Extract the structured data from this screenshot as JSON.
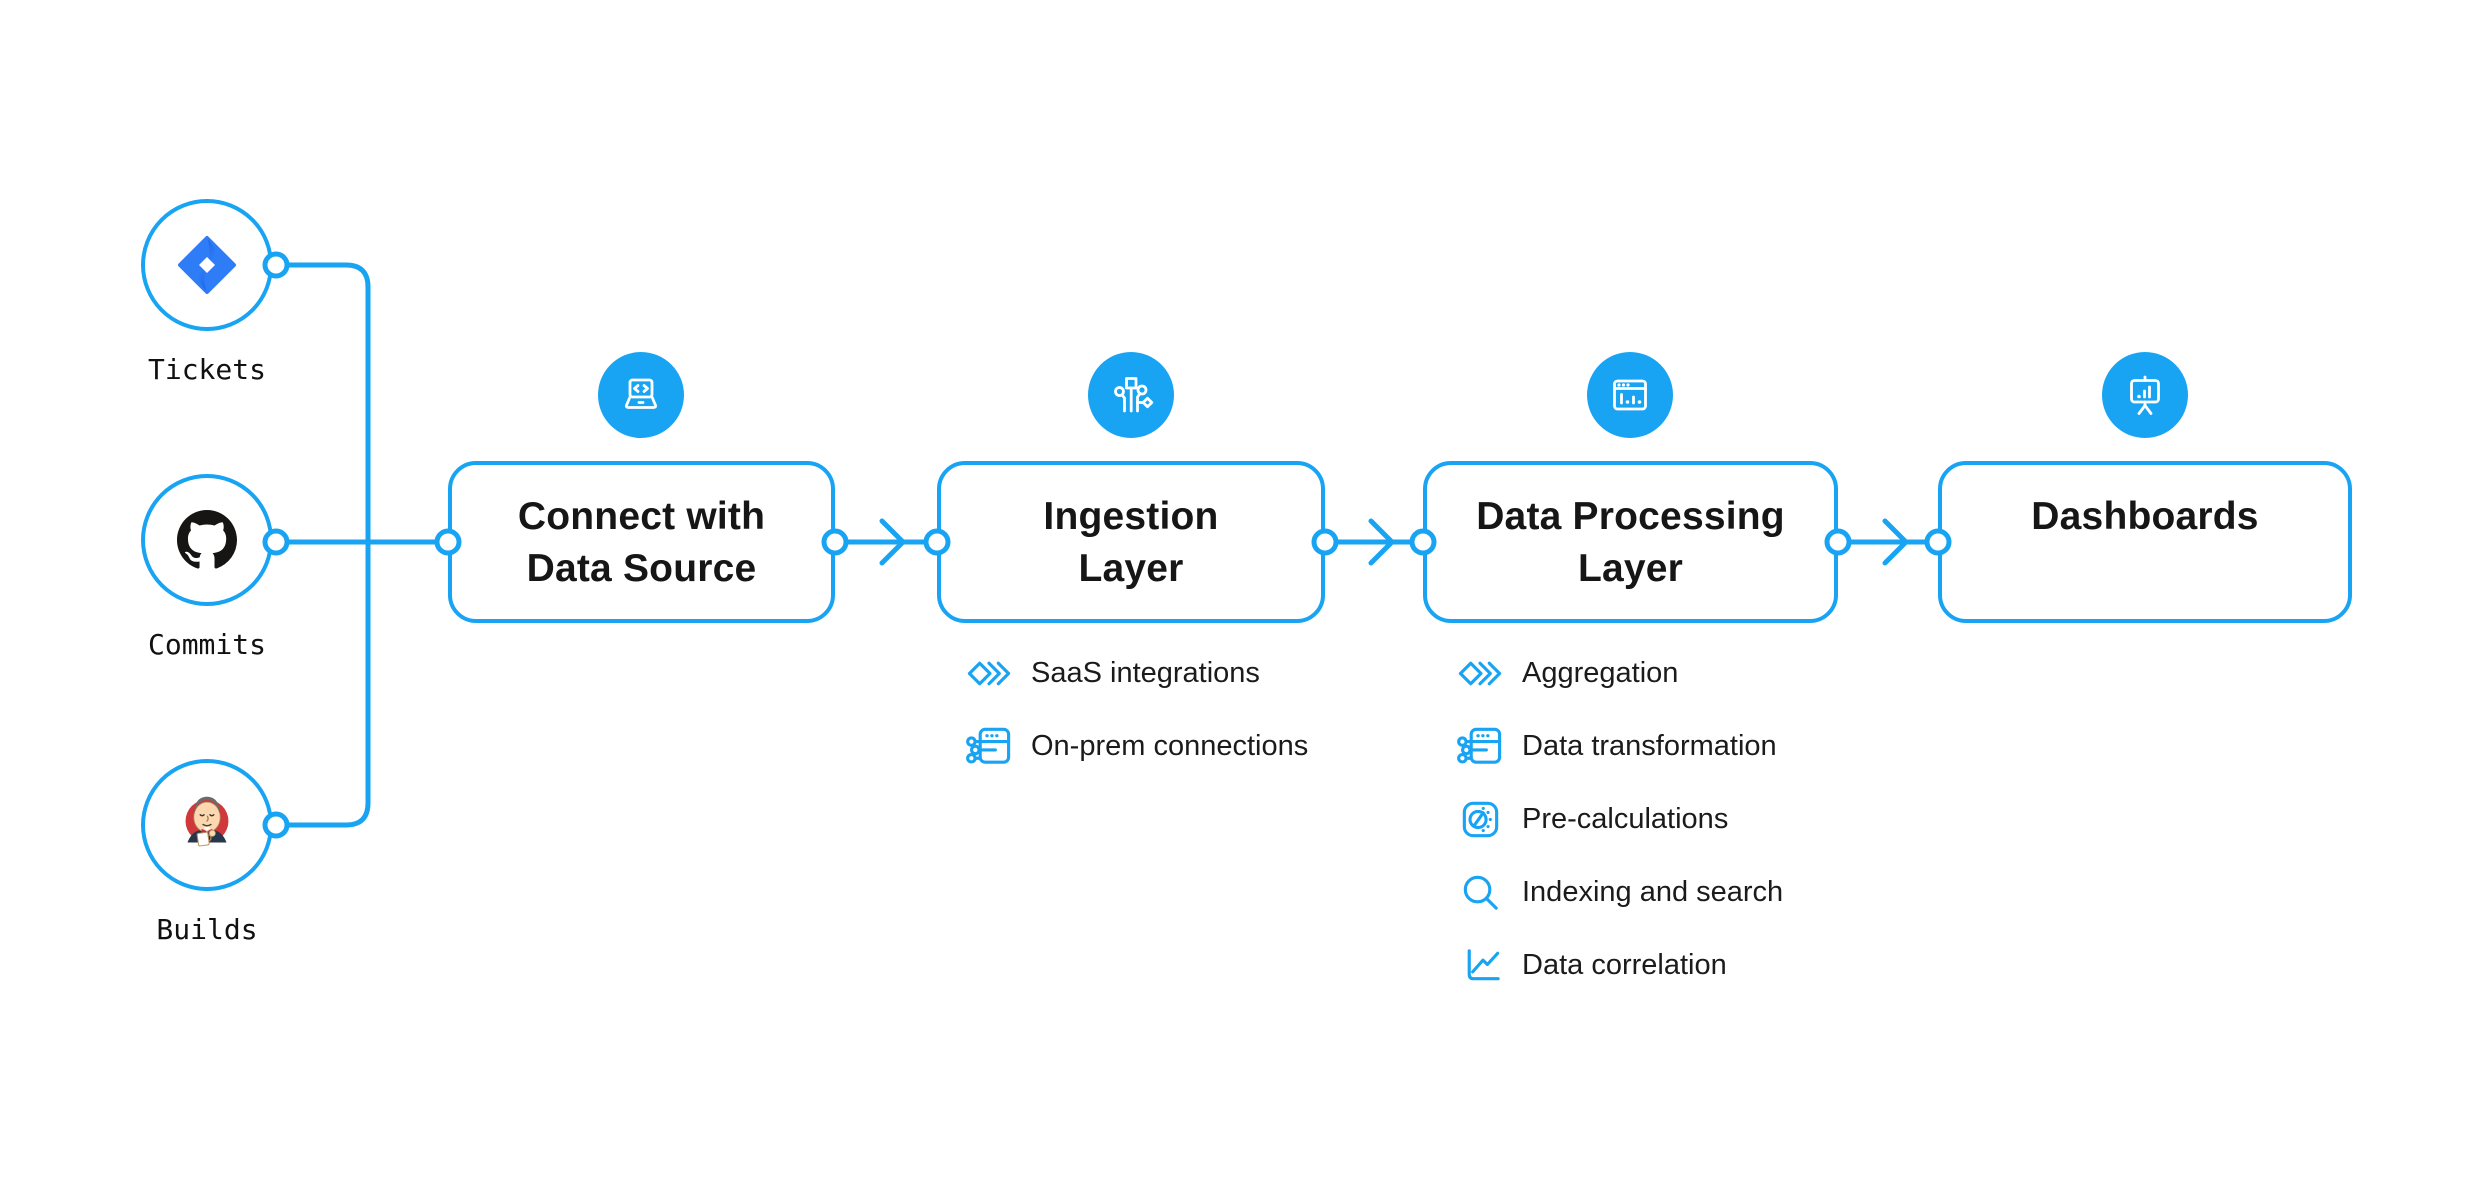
{
  "colors": {
    "accent": "#18A4F2",
    "title_text": "#161616",
    "label_text": "#1b1b1b",
    "jira_blue": "#2E7CF6",
    "jira_dark_blue": "#1D66EA",
    "jenkins_red": "#D0393B",
    "github_black": "#161514"
  },
  "sources": [
    {
      "label": "Tickets",
      "icon": "jira-icon"
    },
    {
      "label": "Commits",
      "icon": "github-icon"
    },
    {
      "label": "Builds",
      "icon": "jenkins-icon"
    }
  ],
  "stages": [
    {
      "title": "Connect with\nData Source",
      "icon": "laptop-code-icon",
      "features": []
    },
    {
      "title": "Ingestion\nLayer",
      "icon": "circuit-icon",
      "features": [
        {
          "icon": "stacked-diamonds-icon",
          "label": "SaaS integrations"
        },
        {
          "icon": "window-sliders-icon",
          "label": "On-prem connections"
        }
      ]
    },
    {
      "title": "Data Processing\nLayer",
      "icon": "window-chart-icon",
      "features": [
        {
          "icon": "stacked-diamonds-icon",
          "label": "Aggregation"
        },
        {
          "icon": "window-sliders-icon",
          "label": "Data transformation"
        },
        {
          "icon": "gauge-icon",
          "label": "Pre-calculations"
        },
        {
          "icon": "search-icon",
          "label": "Indexing and search"
        },
        {
          "icon": "line-chart-icon",
          "label": "Data correlation"
        }
      ]
    },
    {
      "title": "Dashboards",
      "icon": "presentation-chart-icon",
      "features": []
    }
  ]
}
